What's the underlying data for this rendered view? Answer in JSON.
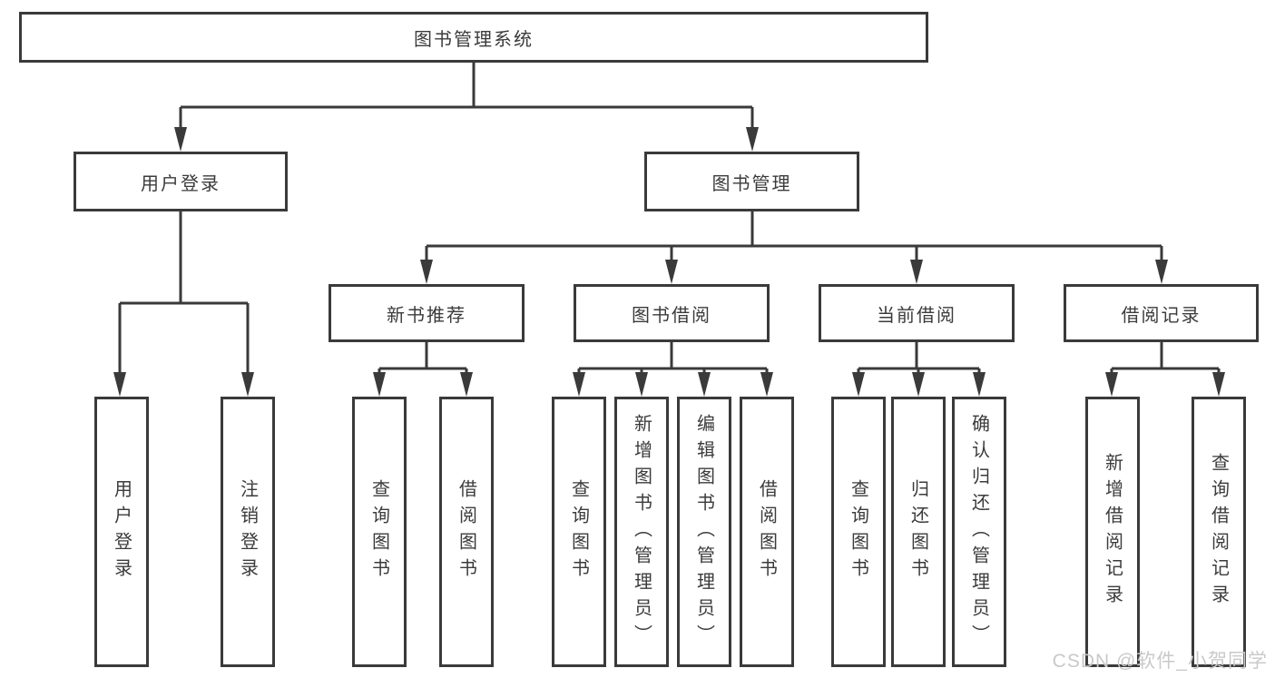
{
  "watermark": "CSDN @软件_小贺同学",
  "colors": {
    "line": "#3a3a3a",
    "text": "#3b3b3b",
    "background": "#ffffff",
    "watermark": "#c9c9c9"
  },
  "tree": {
    "root": {
      "label": "图书管理系统"
    },
    "children": [
      {
        "label": "用户登录",
        "children": [
          {
            "label": "用户登录"
          },
          {
            "label": "注销登录"
          }
        ]
      },
      {
        "label": "图书管理",
        "children": [
          {
            "label": "新书推荐",
            "children": [
              {
                "label": "查询图书"
              },
              {
                "label": "借阅图书"
              }
            ]
          },
          {
            "label": "图书借阅",
            "children": [
              {
                "label": "查询图书"
              },
              {
                "label": "新增图书（管理员）"
              },
              {
                "label": "编辑图书（管理员）"
              },
              {
                "label": "借阅图书"
              }
            ]
          },
          {
            "label": "当前借阅",
            "children": [
              {
                "label": "查询图书"
              },
              {
                "label": "归还图书"
              },
              {
                "label": "确认归还（管理员）"
              }
            ]
          },
          {
            "label": "借阅记录",
            "children": [
              {
                "label": "新增借阅记录"
              },
              {
                "label": "查询借阅记录"
              }
            ]
          }
        ]
      }
    ]
  }
}
